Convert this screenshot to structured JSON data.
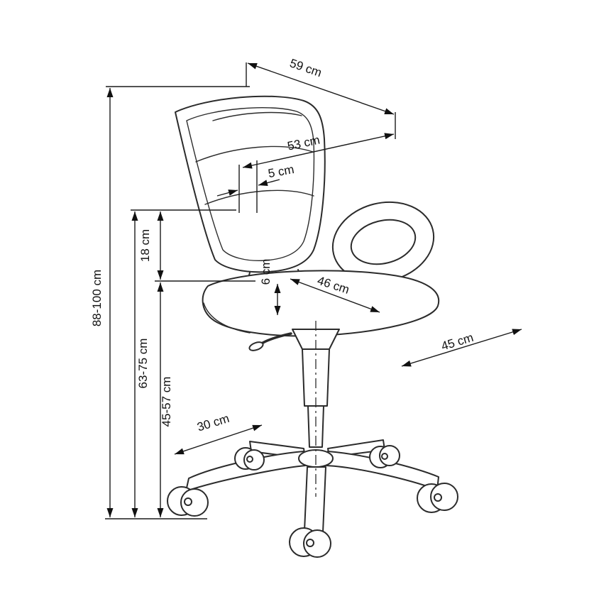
{
  "diagram": {
    "type": "product-dimension-drawing",
    "subject": "office swivel chair side view",
    "units": "cm"
  },
  "dimensions": {
    "backrest_diagonal": "59 cm",
    "backrest_width": "53 cm",
    "armrest_offset": "5 cm",
    "armrest_above_seat": "18 cm",
    "seat_cushion_thickness": "6 cm",
    "seat_width": "46 cm",
    "seat_depth": "45 cm",
    "base_radius": "30 cm",
    "total_height": "88-100 cm",
    "armrest_height": "63-75 cm",
    "seat_height": "45-57 cm"
  },
  "colors": {
    "background": "#ffffff",
    "drawing_line": "#2b2b2b",
    "dimension_line": "#1a1a1a",
    "label_text": "#111111"
  }
}
